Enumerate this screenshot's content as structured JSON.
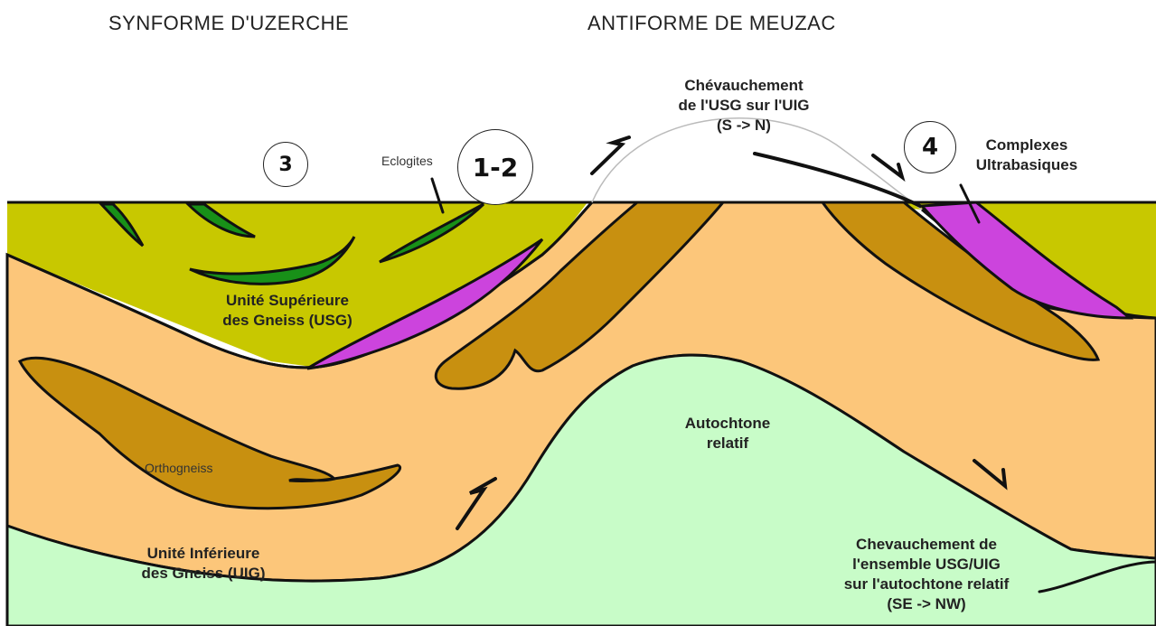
{
  "titles": {
    "left": "SYNFORME D'UZERCHE",
    "right": "ANTIFORME DE MEUZAC"
  },
  "markers": {
    "m3": "3",
    "m12": "1-2",
    "m4": "4"
  },
  "labels": {
    "eclogites": "Eclogites",
    "usg_line1": "Unité Supérieure",
    "usg_line2": "des Gneiss (USG)",
    "orthogneiss": "Orthogneiss",
    "uig_line1": "Unité Inférieure",
    "uig_line2": "des Gneiss (UIG)",
    "autoch_line1": "Autochtone",
    "autoch_line2": "relatif",
    "chev1_line1": "Chévauchement",
    "chev1_line2": "de l'USG sur l'UIG",
    "chev1_line3": "(S -> N)",
    "cub_line1": "Complexes",
    "cub_line2": "Ultrabasiques",
    "chev2_line1": "Chevauchement de",
    "chev2_line2": "l'ensemble USG/UIG",
    "chev2_line3": "sur l'autochtone relatif",
    "chev2_line4": "(SE -> NW)"
  },
  "colors": {
    "usg": "#c8c800",
    "uig": "#fcc67a",
    "autochtone": "#c8fcc8",
    "orthogneiss": "#c89010",
    "eclogites": "#189018",
    "ultrabasique": "#cc44dd"
  }
}
